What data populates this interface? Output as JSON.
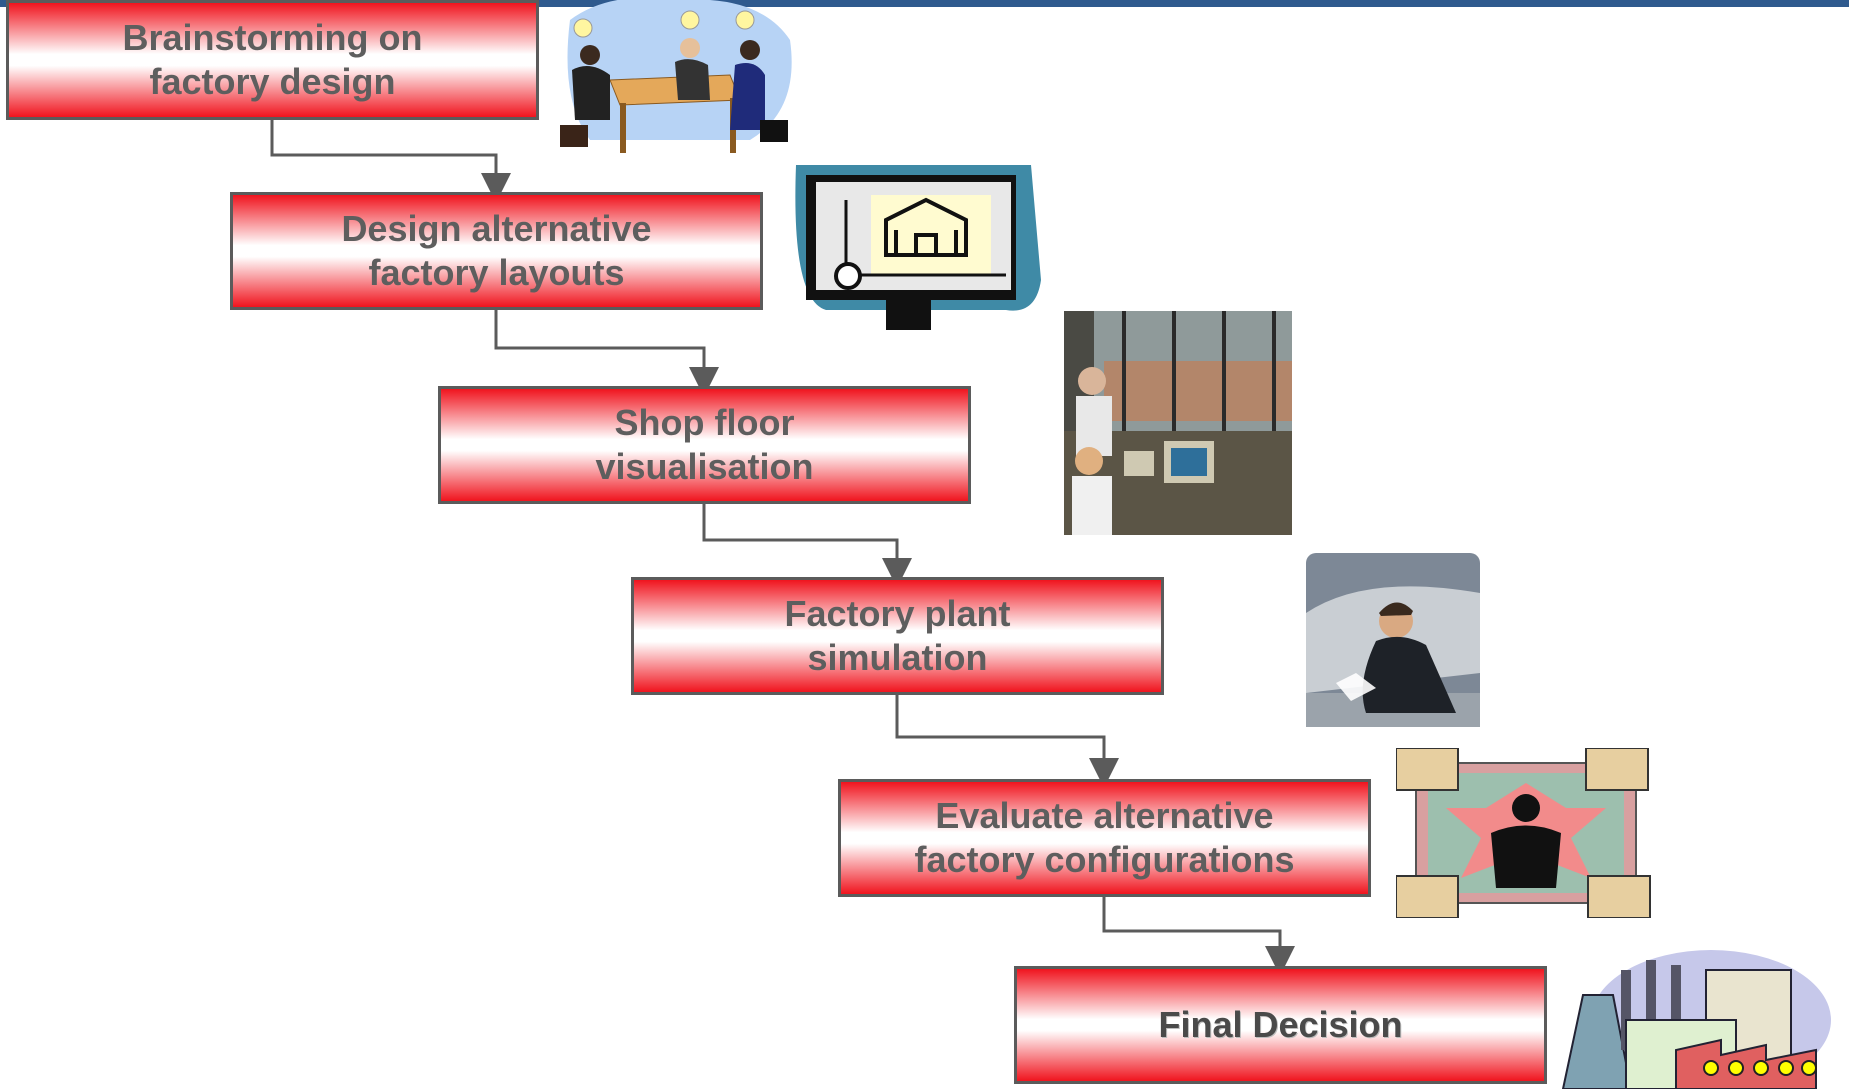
{
  "steps": [
    {
      "label": "Brainstorming on\nfactory design"
    },
    {
      "label": "Design alternative\nfactory layouts"
    },
    {
      "label": "Shop floor\nvisualisation"
    },
    {
      "label": "Factory plant\nsimulation"
    },
    {
      "label": "Evaluate alternative\nfactory configurations"
    },
    {
      "label": "Final Decision"
    }
  ],
  "images": [
    {
      "icon": "meeting-clipart-icon"
    },
    {
      "icon": "blueprint-monitor-icon"
    },
    {
      "icon": "control-room-photo"
    },
    {
      "icon": "car-inspection-photo"
    },
    {
      "icon": "businessman-decision-clipart-icon"
    },
    {
      "icon": "factory-clipart-icon"
    }
  ],
  "colors": {
    "accent_bar": "#2f5a8e",
    "box_red": "#f0141e",
    "border": "#5b5b5b",
    "text": "#5e5e5e"
  }
}
